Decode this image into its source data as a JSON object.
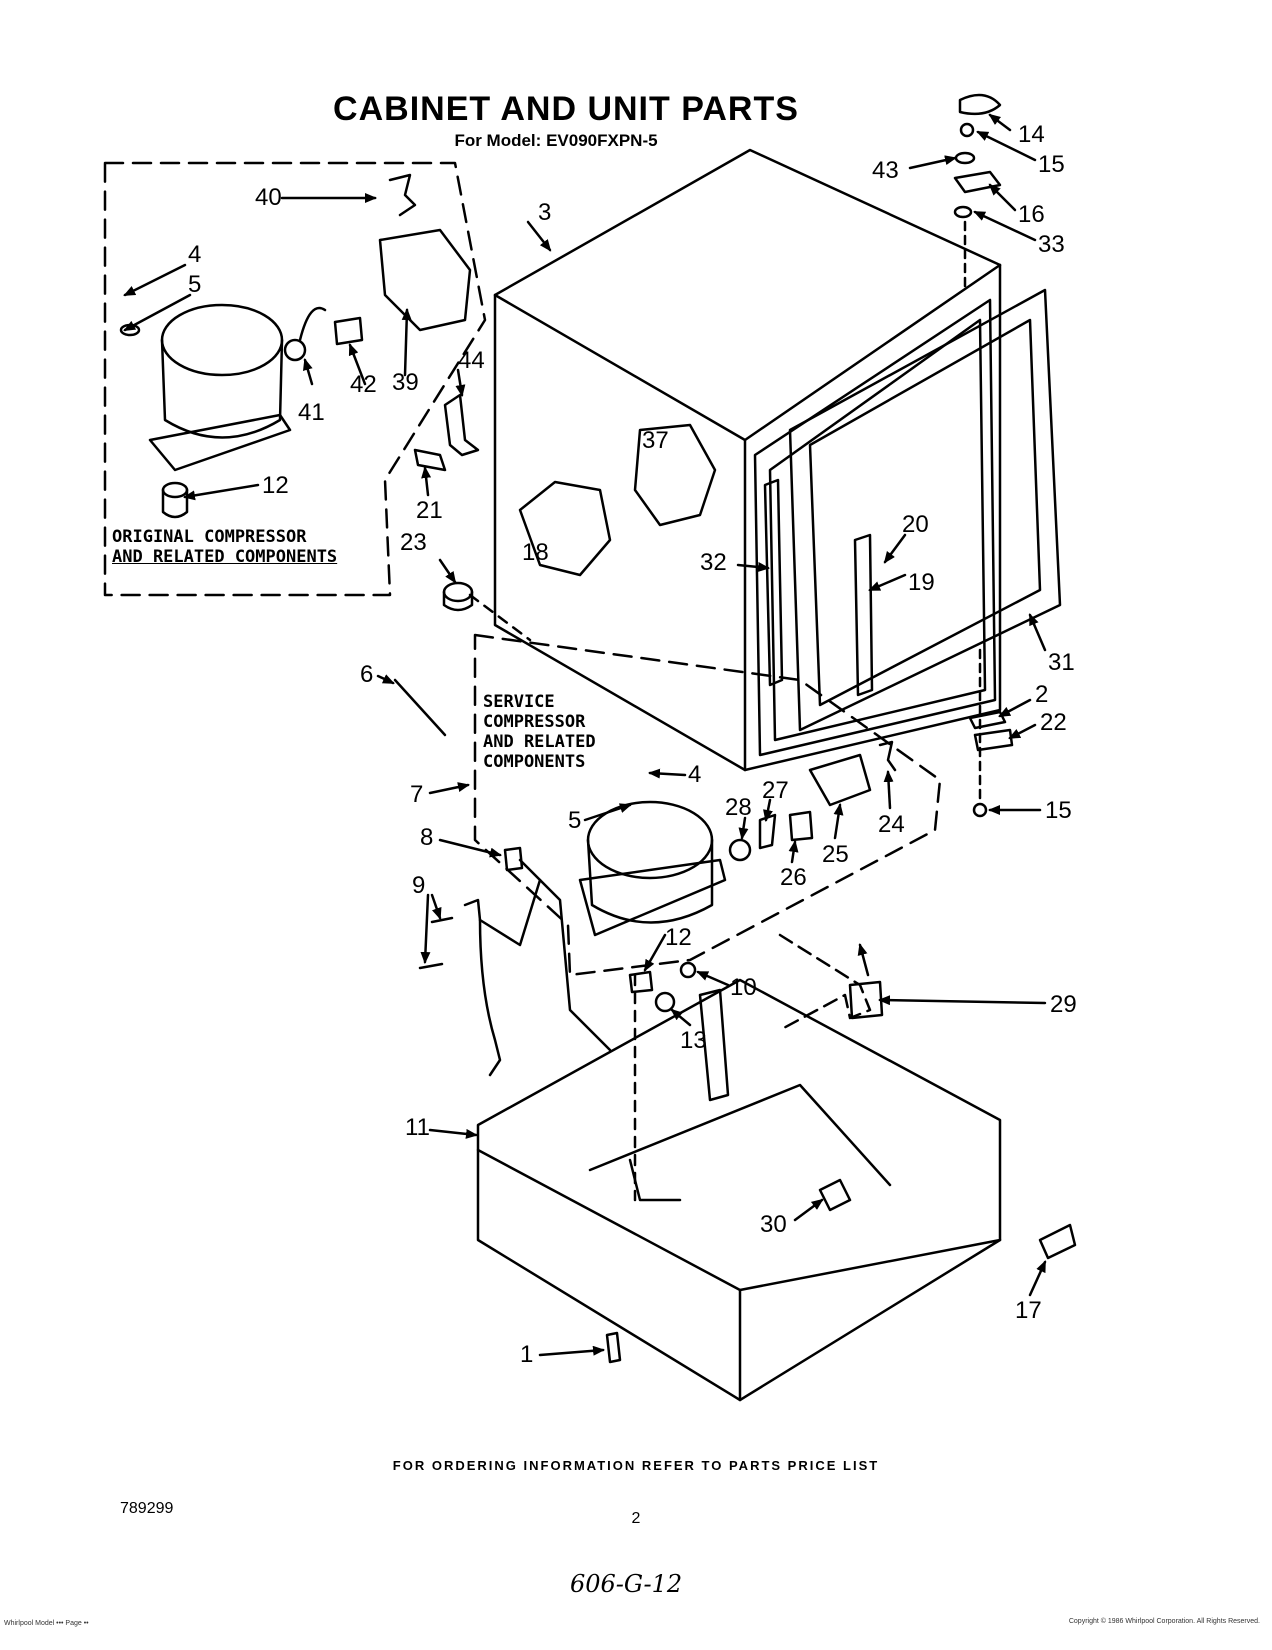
{
  "header": {
    "title": "CABINET AND UNIT PARTS",
    "model_prefix": "For Model:",
    "model_number": "EV090FXPN-5"
  },
  "boxes": {
    "original_line1": "ORIGINAL COMPRESSOR",
    "original_line2": "AND RELATED COMPONENTS",
    "service_line1": "SERVICE",
    "service_line2": "COMPRESSOR",
    "service_line3": "AND RELATED",
    "service_line4": "COMPONENTS"
  },
  "part_labels": {
    "p1": "1",
    "p2": "2",
    "p3": "3",
    "p4a": "4",
    "p4b": "4",
    "p5a": "5",
    "p5b": "5",
    "p6": "6",
    "p7": "7",
    "p8": "8",
    "p9": "9",
    "p10": "10",
    "p11": "11",
    "p12a": "12",
    "p12b": "12",
    "p13": "13",
    "p14": "14",
    "p15a": "15",
    "p15b": "15",
    "p16": "16",
    "p17": "17",
    "p18": "18",
    "p19": "19",
    "p20": "20",
    "p21": "21",
    "p22": "22",
    "p23": "23",
    "p24": "24",
    "p25": "25",
    "p26": "26",
    "p27": "27",
    "p28": "28",
    "p29": "29",
    "p30": "30",
    "p31": "31",
    "p32": "32",
    "p33": "33",
    "p37": "37",
    "p39": "39",
    "p40": "40",
    "p41": "41",
    "p42": "42",
    "p43": "43",
    "p44": "44"
  },
  "footer": {
    "ordering_note": "FOR ORDERING INFORMATION REFER TO PARTS PRICE LIST",
    "doc_number": "789299",
    "page_number": "2",
    "handwritten": "606-G-12",
    "fine_left": "Whirlpool Model ••• Page ••",
    "fine_right": "Copyright © 1986 Whirlpool Corporation. All Rights Reserved."
  }
}
